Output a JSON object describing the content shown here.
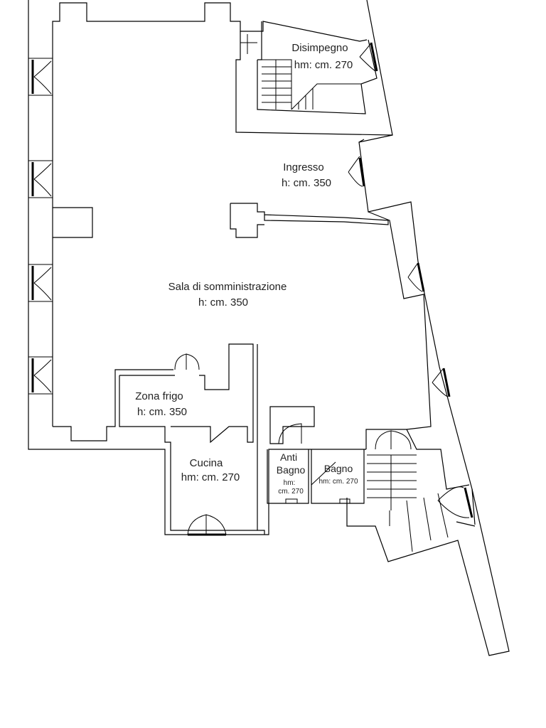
{
  "rooms": {
    "disimpegno": {
      "name": "Disimpegno",
      "height": "hm: cm. 270"
    },
    "ingresso": {
      "name": "Ingresso",
      "height": "h: cm. 350"
    },
    "sala": {
      "name": "Sala di somministrazione",
      "height": "h: cm. 350"
    },
    "zona_frigo": {
      "name": "Zona frigo",
      "height": "h: cm. 350"
    },
    "cucina": {
      "name": "Cucina",
      "height": "hm: cm. 270"
    },
    "anti_bagno": {
      "name_line1": "Anti",
      "name_line2": "Bagno",
      "height_line1": "hm:",
      "height_line2": "cm. 270"
    },
    "bagno": {
      "name": "Bagno",
      "height": "hm: cm. 270"
    }
  }
}
